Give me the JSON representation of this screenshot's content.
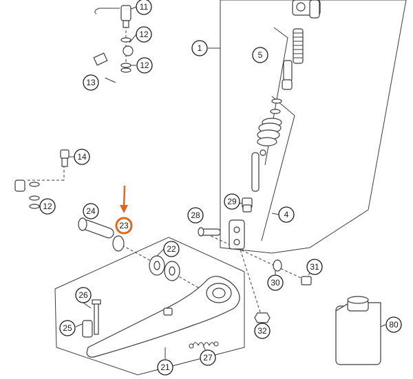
{
  "highlight_color": "#e0661e",
  "callouts": {
    "c1": "1",
    "c4": "4",
    "c5": "5",
    "c11": "11",
    "c12a": "12",
    "c12b": "12",
    "c12c": "12",
    "c13": "13",
    "c14": "14",
    "c21": "21",
    "c22": "22",
    "c23": "23",
    "c24": "24",
    "c25": "25",
    "c26": "26",
    "c27": "27",
    "c28": "28",
    "c29": "29",
    "c30": "30",
    "c31": "31",
    "c32": "32",
    "c80": "80"
  },
  "highlighted_callout": "23"
}
